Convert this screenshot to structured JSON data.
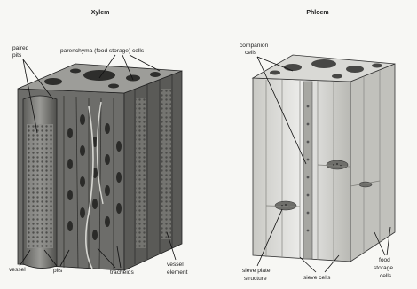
{
  "xylem": {
    "title": "Xylem",
    "labels": {
      "paired_pits_l1": "paired",
      "paired_pits_l2": "pits",
      "parenchyma": "parenchyma (food storage) cells",
      "vessel": "vessel",
      "pits": "pits",
      "tracheids": "tracheids",
      "vessel_element_l1": "vessel",
      "vessel_element_l2": "element"
    }
  },
  "phloem": {
    "title": "Phloem",
    "labels": {
      "companion_l1": "companion",
      "companion_l2": "cells",
      "sieve_plate_l1": "sieve plate",
      "sieve_plate_l2": "structure",
      "sieve_cells": "sieve cells",
      "food_l1": "food",
      "food_l2": "storage",
      "food_l3": "cells"
    }
  }
}
